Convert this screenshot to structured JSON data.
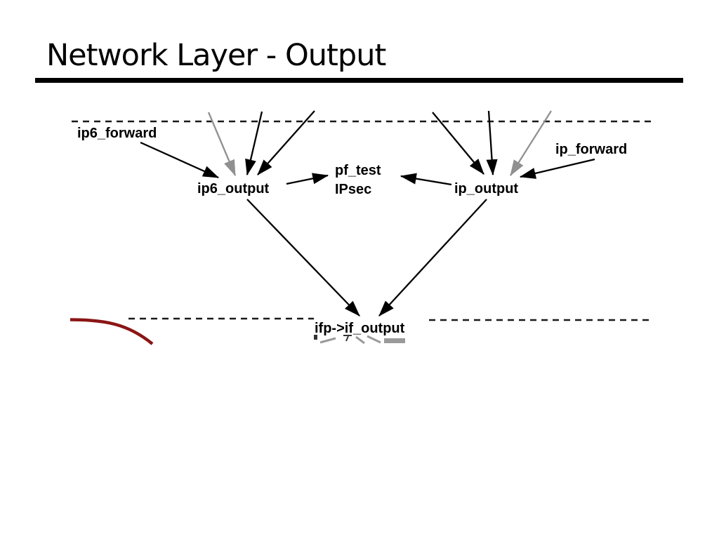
{
  "slide": {
    "title": "Network Layer - Output",
    "background_color": "#ffffff",
    "title_color": "#000000",
    "rule_color": "#000000"
  },
  "diagram": {
    "nodes": {
      "ip6_forward": "ip6_forward",
      "ip_forward": "ip_forward",
      "ip6_output": "ip6_output",
      "pf_test": "pf_test",
      "ipsec": "IPsec",
      "ip_output": "ip_output",
      "if_output": "ifp->if_output"
    },
    "edges": [
      {
        "from": "ip6_forward",
        "to": "ip6_output",
        "color": "black"
      },
      {
        "from": "upper-layer (gray)",
        "to": "ip6_output",
        "color": "gray"
      },
      {
        "from": "upper-layer",
        "to": "ip6_output",
        "color": "black"
      },
      {
        "from": "upper-layer",
        "to": "ip6_output",
        "color": "black"
      },
      {
        "from": "ip6_output",
        "to": "pf_test",
        "color": "black"
      },
      {
        "from": "ip_output",
        "to": "pf_test",
        "color": "black"
      },
      {
        "from": "upper-layer",
        "to": "ip_output",
        "color": "black"
      },
      {
        "from": "upper-layer",
        "to": "ip_output",
        "color": "black"
      },
      {
        "from": "upper-layer (gray)",
        "to": "ip_output",
        "color": "gray"
      },
      {
        "from": "ip_forward",
        "to": "ip_output",
        "color": "black"
      },
      {
        "from": "ip6_output",
        "to": "if_output",
        "color": "black"
      },
      {
        "from": "ip_output",
        "to": "if_output",
        "color": "black"
      }
    ],
    "colors": {
      "arrow_black": "#000000",
      "arrow_gray": "#909090",
      "dashed_line": "#1a1a1a",
      "red_curve": "#8b1515"
    }
  }
}
